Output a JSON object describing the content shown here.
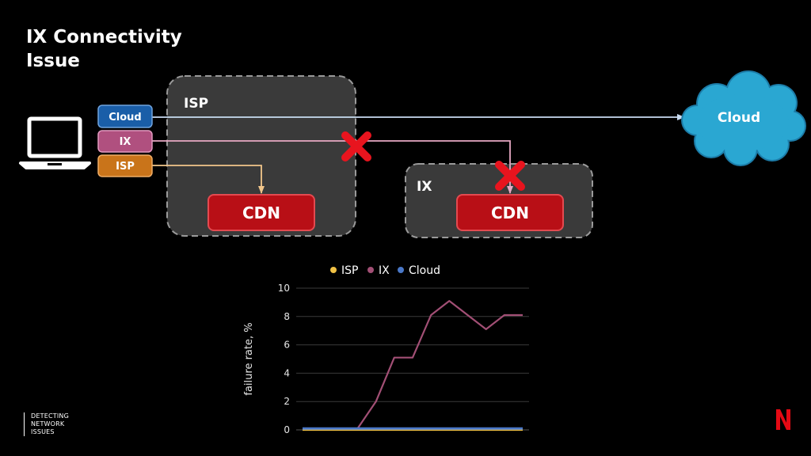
{
  "slide": {
    "title_line1": "IX Connectivity",
    "title_line2": "Issue",
    "footer_line1": "DETECTING",
    "footer_line2": "NETWORK",
    "footer_line3": "ISSUES"
  },
  "diagram": {
    "isp_zone_label": "ISP",
    "ix_zone_label": "IX",
    "cdn_label_isp": "CDN",
    "cdn_label_ix": "CDN",
    "cloud_label": "Cloud",
    "tags": [
      {
        "label": "Cloud",
        "color": "#1a5ea8"
      },
      {
        "label": "IX",
        "color": "#b0507f"
      },
      {
        "label": "ISP",
        "color": "#c9741a"
      }
    ],
    "colors": {
      "cloud_line": "#c9dcf2",
      "ix_line": "#e8a9c4",
      "isp_line": "#f2c68a",
      "cdn_fill": "#b80f16",
      "failure_x": "#e8141e",
      "cloud_fill": "#2aa7d2"
    }
  },
  "chart_data": {
    "type": "line",
    "x": [
      0,
      1,
      2,
      3,
      4,
      5,
      6,
      7,
      8,
      9,
      10,
      11,
      12
    ],
    "series": [
      {
        "name": "ISP",
        "color": "#f0c145",
        "values": [
          0,
          0,
          0,
          0,
          0,
          0,
          0,
          0,
          0,
          0,
          0,
          0,
          0
        ]
      },
      {
        "name": "IX",
        "color": "#a24f75",
        "values": [
          0.1,
          0.1,
          0.1,
          0.1,
          2.0,
          5.1,
          5.1,
          8.1,
          9.1,
          8.1,
          7.1,
          8.1,
          8.1
        ]
      },
      {
        "name": "Cloud",
        "color": "#4a78c8",
        "values": [
          0.1,
          0.1,
          0.1,
          0.1,
          0.1,
          0.1,
          0.1,
          0.1,
          0.1,
          0.1,
          0.1,
          0.1,
          0.1
        ]
      }
    ],
    "ylabel": "failure rate, %",
    "ylim": [
      0,
      10
    ],
    "yticks": [
      0,
      2,
      4,
      6,
      8,
      10
    ],
    "grid": true,
    "legend": "top"
  }
}
